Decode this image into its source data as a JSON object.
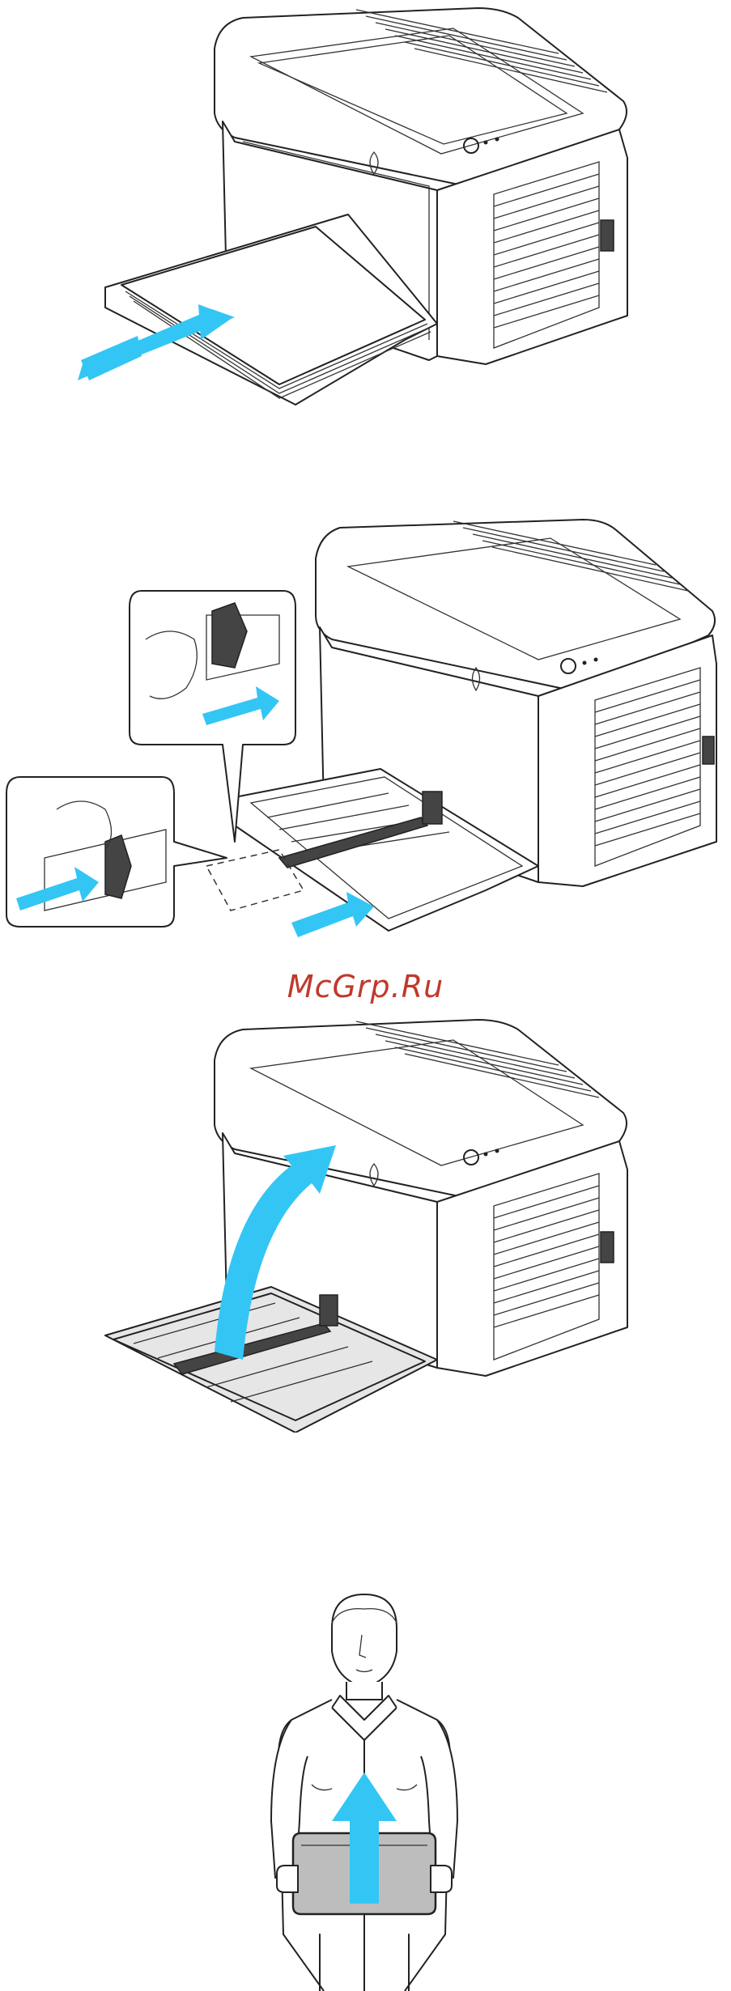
{
  "watermark": {
    "text": "McGrp.Ru",
    "color": "#c0392b"
  },
  "colors": {
    "arrow": "#33c6f4",
    "line": "#222222",
    "tray": "#e6e6e6",
    "box": "#bdbdbd"
  },
  "figures": [
    {
      "id": "fig1",
      "icon": "printer-tray-pull-out-icon"
    },
    {
      "id": "fig2",
      "icon": "printer-tray-extend-icon"
    },
    {
      "id": "fig3",
      "icon": "printer-tray-close-icon"
    },
    {
      "id": "fig4",
      "icon": "person-lifting-printer-icon"
    }
  ]
}
